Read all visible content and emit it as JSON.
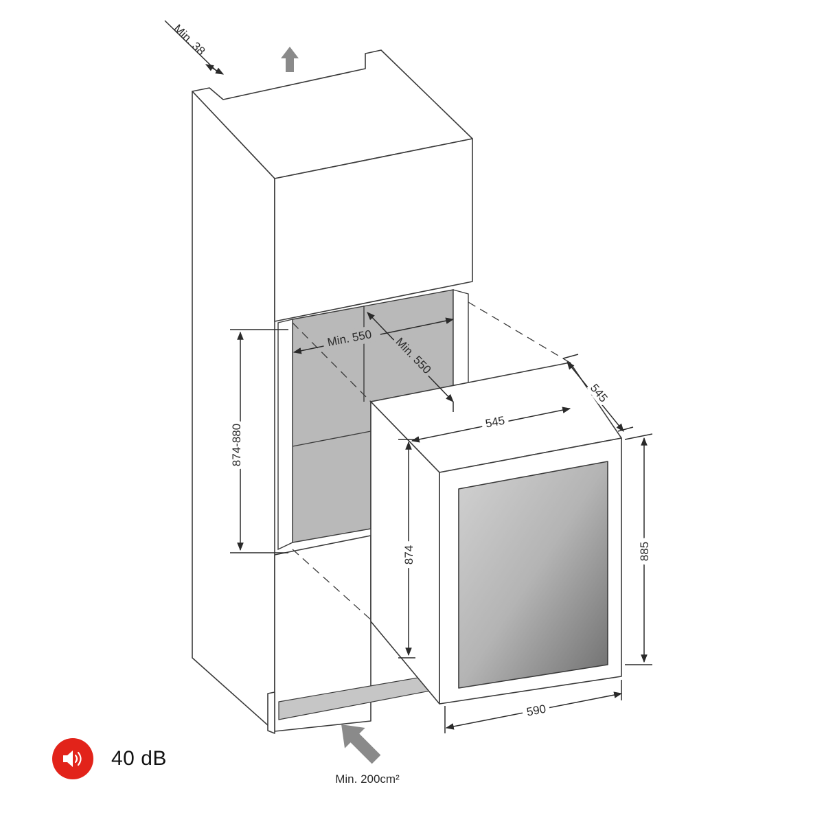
{
  "diagram": {
    "labels": {
      "top_clearance": "Min. 38",
      "niche_width": "Min. 550",
      "niche_depth": "Min. 550",
      "niche_height": "874-880",
      "appliance_depth": "545",
      "appliance_top_width": "545",
      "appliance_body_height": "874",
      "appliance_total_height": "885",
      "appliance_width": "590",
      "vent_area": "Min. 200cm²"
    },
    "colors": {
      "line": "#3a3a3a",
      "niche_fill": "#b9b9b9",
      "arrow": "#8a8a8a"
    }
  },
  "noise": {
    "icon": "speaker-icon",
    "value": "40 dB",
    "color": "#e2231a"
  }
}
